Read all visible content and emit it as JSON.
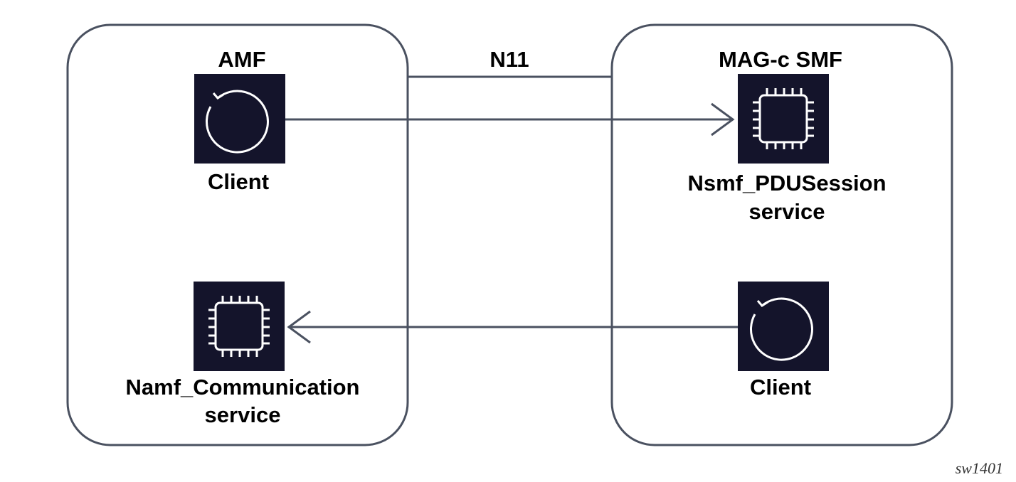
{
  "nodes": {
    "left": {
      "title": "AMF",
      "client_label": "Client",
      "service_label_line1": "Namf_Communication",
      "service_label_line2": "service"
    },
    "right": {
      "title": "MAG-c SMF",
      "service_label_line1": "Nsmf_PDUSession",
      "service_label_line2": "service",
      "client_label": "Client"
    }
  },
  "interface_label": "N11",
  "reference_id": "sw1401",
  "colors": {
    "border": "#4a5160",
    "arrow": "#4a5160",
    "tile": "#14142b",
    "icon": "#ffffff",
    "text": "#000000"
  },
  "icons": [
    "refresh-icon",
    "chip-icon"
  ]
}
